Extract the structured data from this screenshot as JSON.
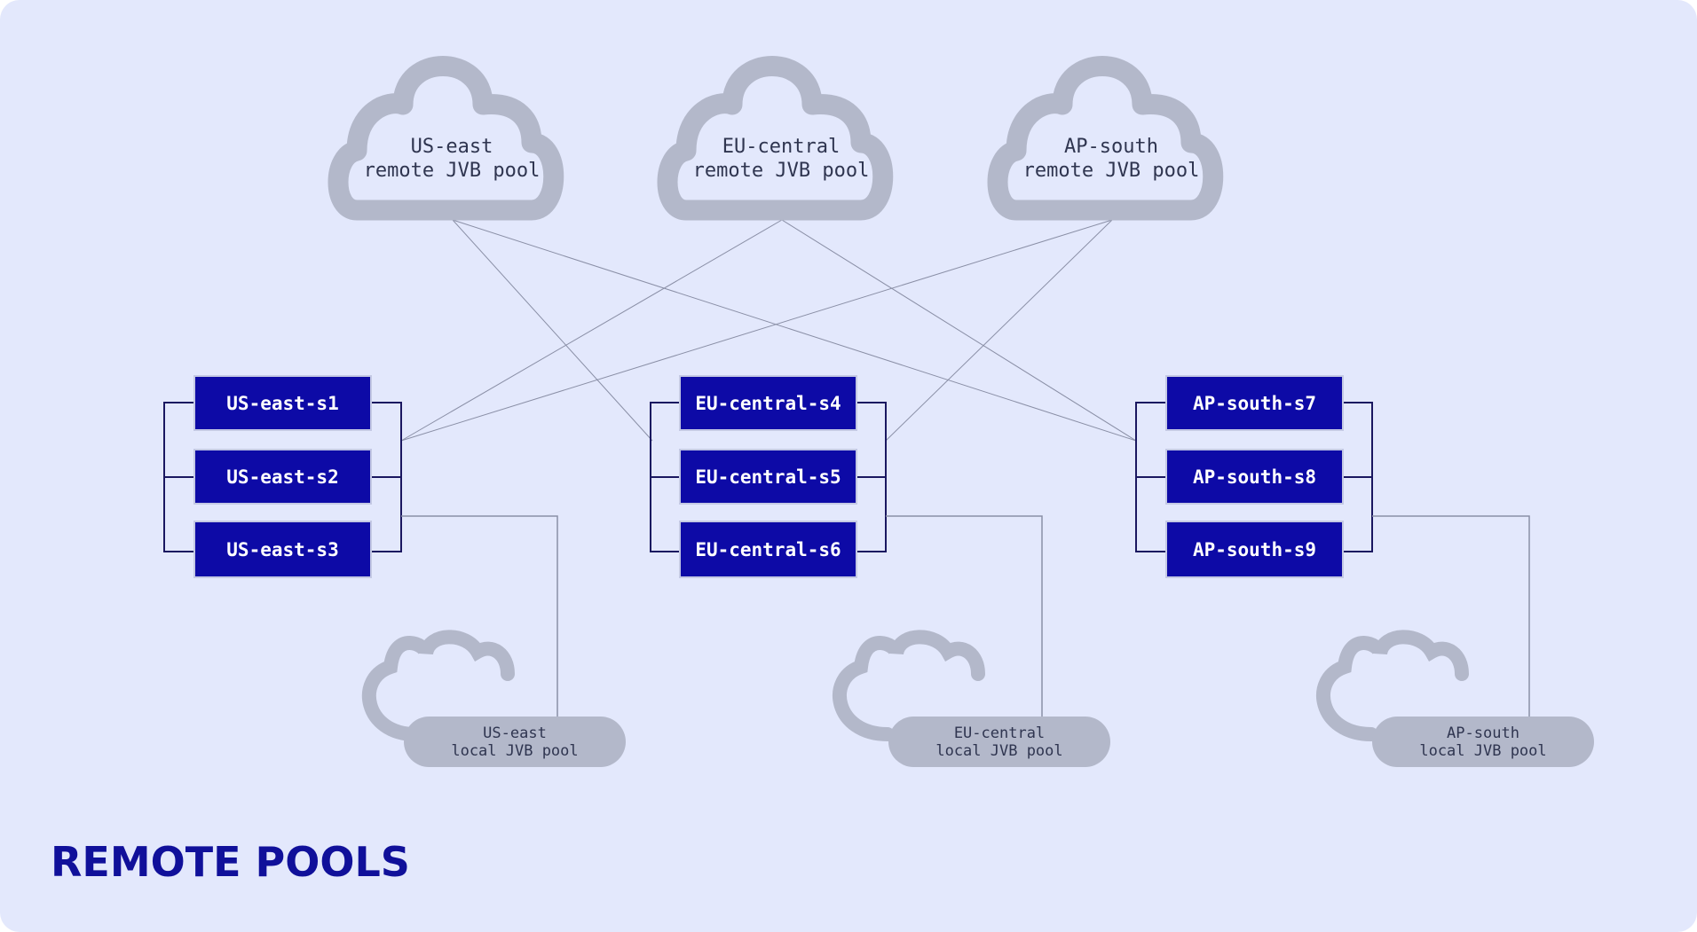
{
  "title": "REMOTE POOLS",
  "remote_pools": [
    {
      "line1": "US-east",
      "line2": "remote JVB pool"
    },
    {
      "line1": "EU-central",
      "line2": "remote JVB pool"
    },
    {
      "line1": "AP-south",
      "line2": "remote JVB pool"
    }
  ],
  "regions": [
    {
      "servers": [
        "US-east-s1",
        "US-east-s2",
        "US-east-s3"
      ],
      "local": {
        "line1": "US-east",
        "line2": "local JVB pool"
      }
    },
    {
      "servers": [
        "EU-central-s4",
        "EU-central-s5",
        "EU-central-s6"
      ],
      "local": {
        "line1": "EU-central",
        "line2": "local JVB pool"
      }
    },
    {
      "servers": [
        "AP-south-s7",
        "AP-south-s8",
        "AP-south-s9"
      ],
      "local": {
        "line1": "AP-south",
        "line2": "local JVB pool"
      }
    }
  ],
  "colors": {
    "background": "#e3e8fc",
    "cloud": "#b3b8ca",
    "server_fill": "#0d0aa6",
    "server_text": "#ffffff",
    "bracket": "#1a1760",
    "title": "#10109a"
  }
}
